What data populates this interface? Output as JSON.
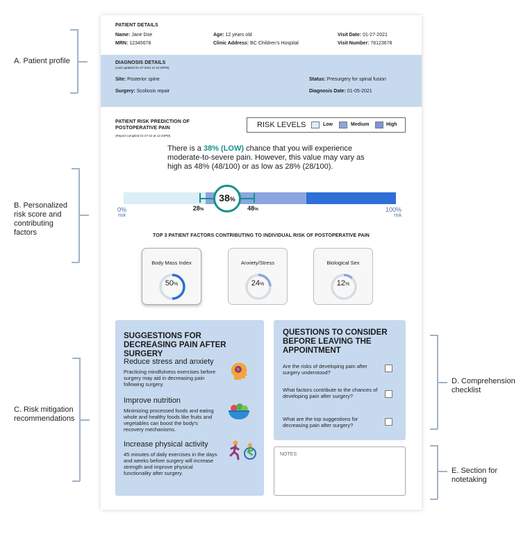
{
  "annotations": {
    "a": "A. Patient profile",
    "b": "B. Personalized risk score and contributing factors",
    "c": "C. Risk mitigation recommendations",
    "d": "D. Comprehension checklist",
    "e": "E. Section for notetaking"
  },
  "patient": {
    "heading": "PATIENT DETAILS",
    "name_label": "Name:",
    "name": "Jane Doe",
    "mrn_label": "MRN:",
    "mrn": "12345678",
    "age_label": "Age:",
    "age": "12 years old",
    "clinic_label": "Clinic Address:",
    "clinic": "BC Children's Hospital",
    "visit_date_label": "Visit Date:",
    "visit_date": "01-27-2021",
    "visit_number_label": "Visit Number:",
    "visit_number": "78123678"
  },
  "diagnosis": {
    "heading": "DIAGNOSIS DETAILS",
    "updated": "(Last updated 01-27-2021 at 12:34PM)",
    "site_label": "Site:",
    "site": "Posterior spine",
    "surgery_label": "Surgery:",
    "surgery": "Scoliosis repair",
    "status_label": "Status:",
    "status": "Presurgery for spinal fusion",
    "date_label": "Diagnosis Date:",
    "date": "01-05-2021"
  },
  "risk": {
    "heading": "PATIENT RISK PREDICTION OF POSTOPERATIVE PAIN",
    "compiled": "(Report compiled 01-27-22 at 12:34PM)",
    "levels_title": "RISK LEVELS",
    "levels": [
      {
        "label": "Low",
        "color": "#d9eef8"
      },
      {
        "label": "Medium",
        "color": "#8aa6e0"
      },
      {
        "label": "High",
        "color": "#7b96db"
      }
    ],
    "sentence_pre": "There is a ",
    "sentence_value": "38% (LOW)",
    "sentence_post": " chance that you will experience moderate-to-severe pain. However, this value may vary as high as 48% (48/100) or as low as 28% (28/100).",
    "value": 38,
    "low": 28,
    "high": 48,
    "score_num": "38",
    "score_unit": "%",
    "low_num": "28",
    "low_unit": "%",
    "high_num": "48",
    "high_unit": "%",
    "min_label": "0%",
    "min_sub": "risk",
    "max_label": "100%",
    "max_sub": "risk",
    "accent": "#15918c",
    "segments": [
      {
        "from": 0,
        "to": 30,
        "color": "#d9eef8"
      },
      {
        "from": 30,
        "to": 67,
        "color": "#8aa6e0"
      },
      {
        "from": 67,
        "to": 100,
        "color": "#2f6fd8"
      }
    ]
  },
  "factors": {
    "heading": "TOP 3 PATIENT FACTORS CONTRIBUTING TO INDIVIDUAL RISK OF POSTOPERATIVE PAIN",
    "items": [
      {
        "label": "Body Mass Index",
        "num": "50",
        "unit": "%",
        "value": 50
      },
      {
        "label": "Anxiety/Stress",
        "num": "24",
        "unit": "%",
        "value": 24
      },
      {
        "label": "Biological Sex",
        "num": "12",
        "unit": "%",
        "value": 12
      }
    ]
  },
  "suggestions": {
    "heading": "SUGGESTIONS FOR DECREASING PAIN AFTER SURGERY",
    "items": [
      {
        "title": "Reduce stress and anxiety",
        "body": "Practicing mindfulness exercises before surgery may aid in decreasing pain following surgery.",
        "icon": "head-icon"
      },
      {
        "title": "Improve nutrition",
        "body": "Minimizing processed foods and eating whole and healthy foods like fruits and vegetables can boost the body's recovery mechanisms.",
        "icon": "salad-bowl-icon"
      },
      {
        "title": "Increase physical activity",
        "body": "45 minutes of daily exercises in the days and weeks before surgery will increase strength and improve physical functionality after surgery.",
        "icon": "exercise-icon"
      }
    ]
  },
  "questions": {
    "heading": "QUESTIONS TO CONSIDER BEFORE LEAVING THE APPOINTMENT",
    "items": [
      "Are the risks of developing pain after surgery understood?",
      "What factors contribute to the chances of developing pain after surgery?",
      "What are the top suggestions for decreasing pain after surgery?"
    ]
  },
  "notes": {
    "heading": "NOTES"
  }
}
